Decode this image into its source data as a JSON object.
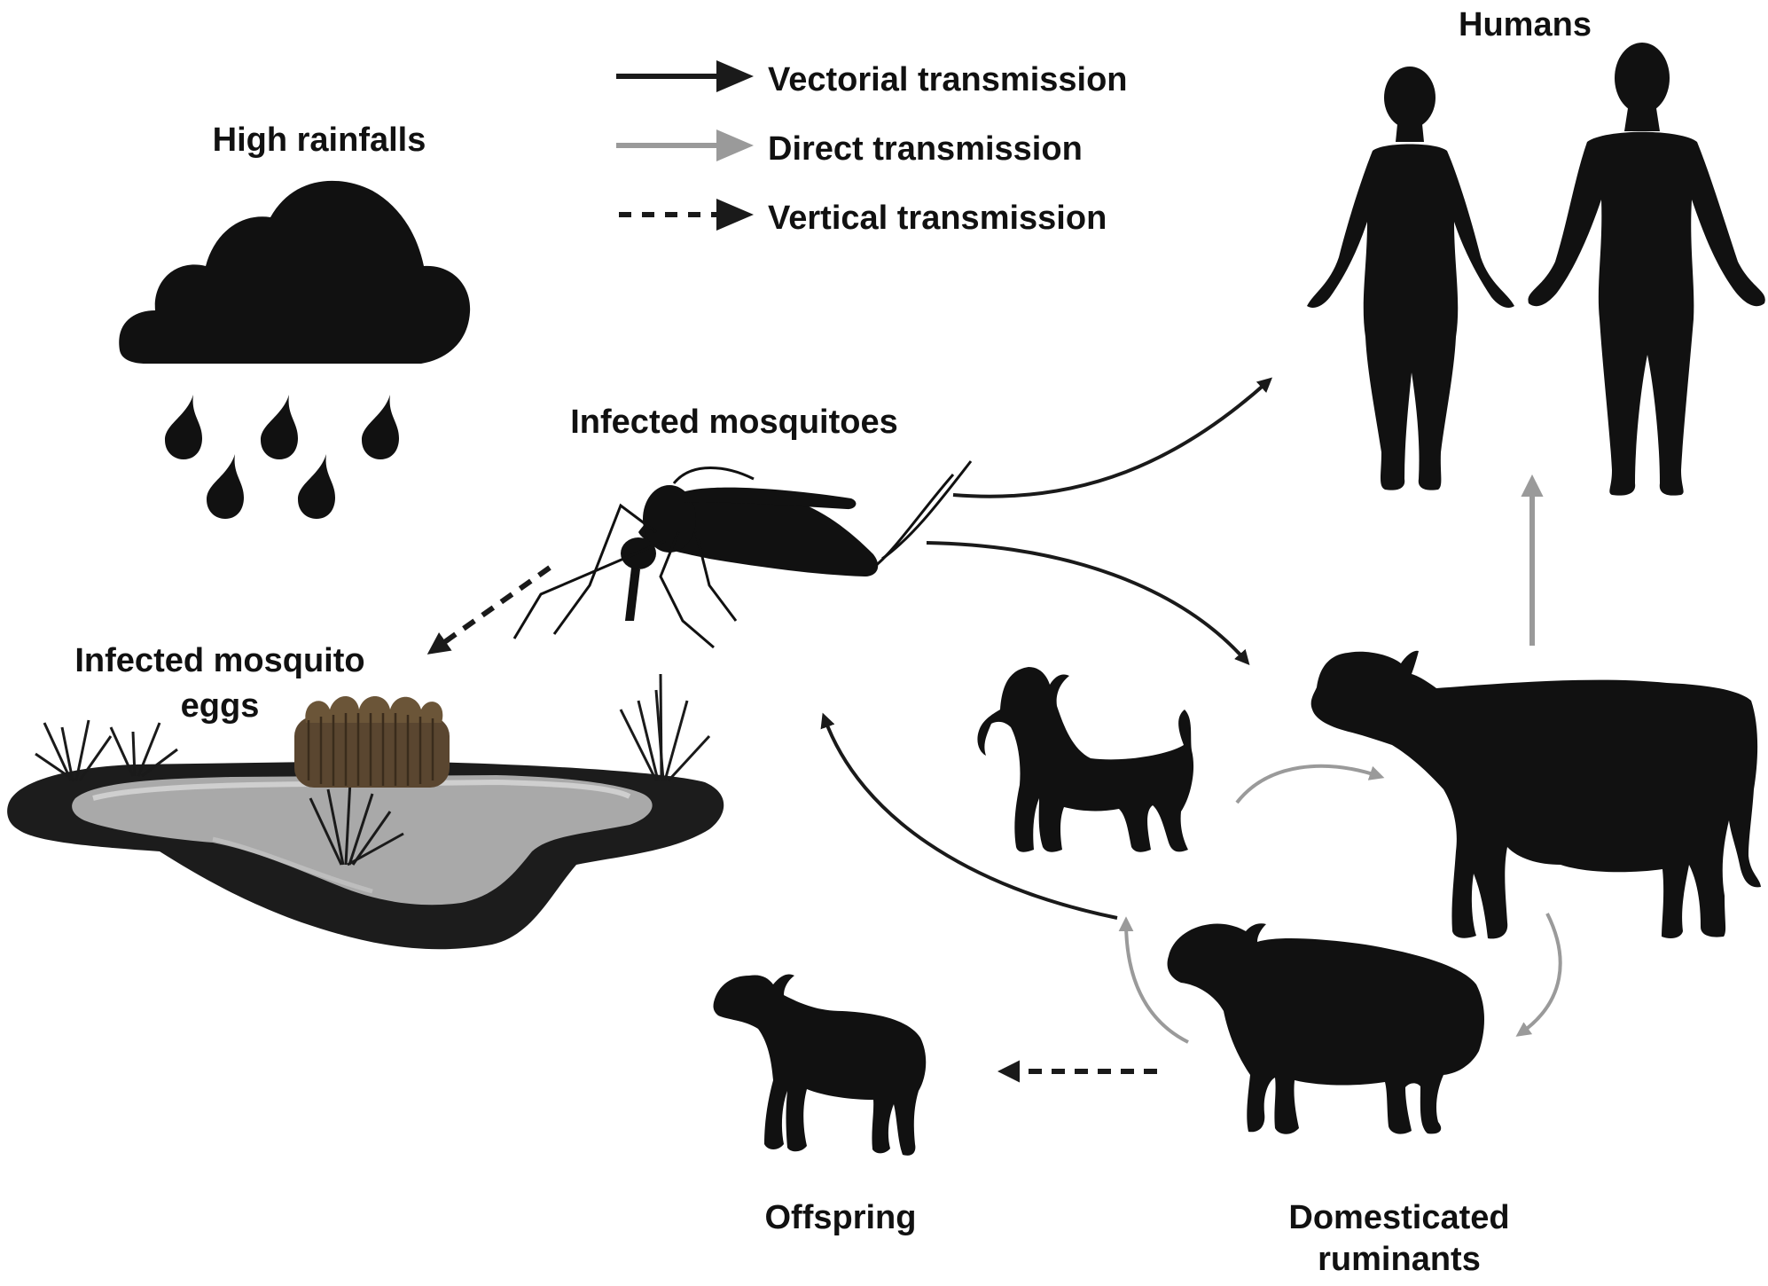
{
  "legend": {
    "items": [
      {
        "label": "Vectorial transmission",
        "style": "solid",
        "color": "#1a1a1a"
      },
      {
        "label": "Direct transmission",
        "style": "solid",
        "color": "#9a9a9a"
      },
      {
        "label": "Vertical transmission",
        "style": "dashed",
        "color": "#1a1a1a"
      }
    ]
  },
  "labels": {
    "rainfall": "High rainfalls",
    "mosquitoes": "Infected mosquitoes",
    "eggs_line1": "Infected mosquito",
    "eggs_line2": "eggs",
    "humans": "Humans",
    "offspring": "Offspring",
    "ruminants_line1": "Domesticated",
    "ruminants_line2": "ruminants"
  },
  "colors": {
    "silhouette": "#111111",
    "vectorial": "#1a1a1a",
    "direct": "#9a9a9a",
    "pond_outer": "#1c1c1c",
    "pond_water": "#a9a9a9",
    "pond_highlight": "#cfcfcf",
    "eggs": "#6b5538"
  },
  "icons": [
    "rain-cloud-icon",
    "mosquito-icon",
    "pond-icon",
    "mosquito-eggs-icon",
    "woman-icon",
    "man-icon",
    "goat-icon",
    "cow-icon",
    "sheep-icon",
    "lamb-icon"
  ]
}
